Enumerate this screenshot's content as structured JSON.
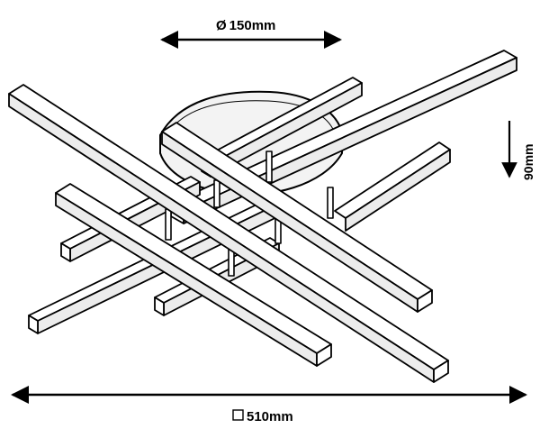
{
  "dimensions": {
    "diameter": {
      "symbol": "Ø",
      "value": "150mm"
    },
    "height": {
      "value": "90mm"
    },
    "width": {
      "symbol": "□",
      "value": "510mm"
    }
  },
  "colors": {
    "line": "#000000",
    "background": "#ffffff",
    "shade": "#e8e8e8"
  }
}
